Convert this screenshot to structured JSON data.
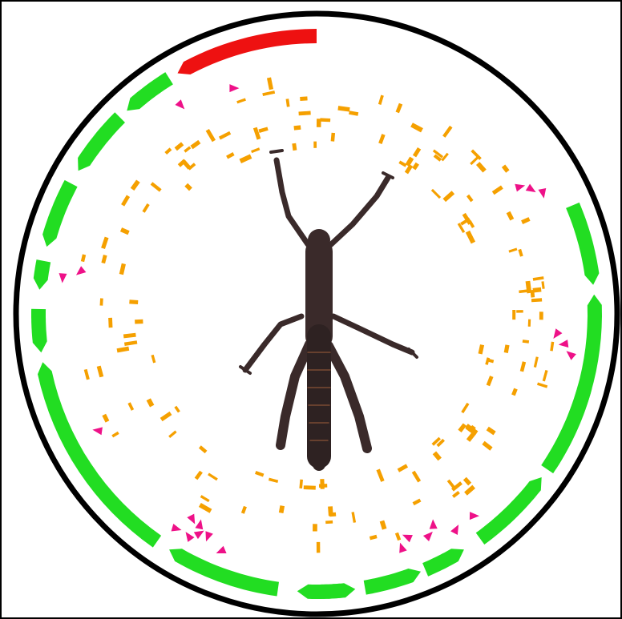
{
  "diagram": {
    "type": "circular genome map (mitogenome) with specimen photograph",
    "central_image": "stick-insect-specimen",
    "colors": {
      "background": "#ffffff",
      "border": "#000000",
      "protein_coding_genes": "#22dd22",
      "rRNA_gene": "#ee1111",
      "tRNA_genes": "#ee1188",
      "feature_ticks": "#f5a000",
      "insect_body": "#3a2a2a"
    },
    "tracks": {
      "outer_gene_arrows": 18,
      "trna_triangles": 24,
      "inner_feature_ticks": 150
    }
  }
}
